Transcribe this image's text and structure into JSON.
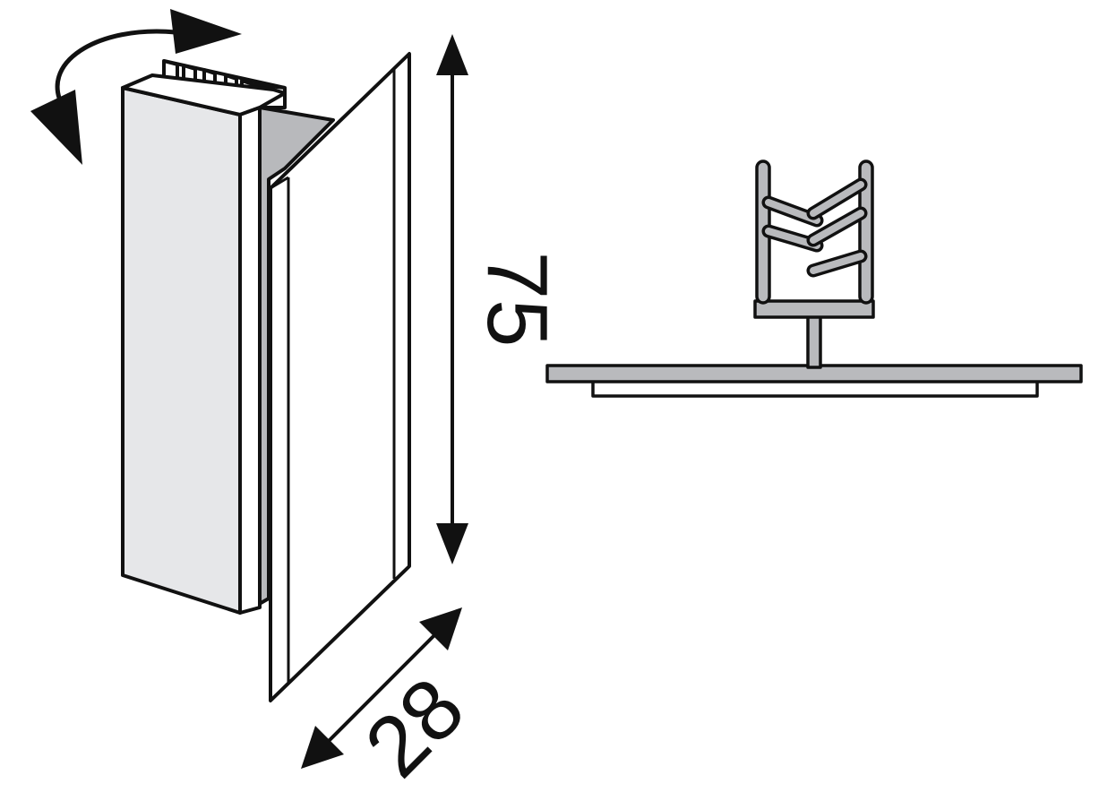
{
  "dimensions": {
    "height_label": "75",
    "width_label": "28"
  },
  "figures": {
    "left": "perspective-view",
    "right": "cross-section"
  },
  "colors": {
    "stroke": "#111111",
    "face_light": "#e6e7e9",
    "face_white": "#ffffff",
    "shadow": "#b8b9bc",
    "section_fill": "#b9babd"
  },
  "icons": {
    "rotate": "curved-rotate-arrows-icon",
    "dimension": "double-headed-arrow-icon"
  }
}
